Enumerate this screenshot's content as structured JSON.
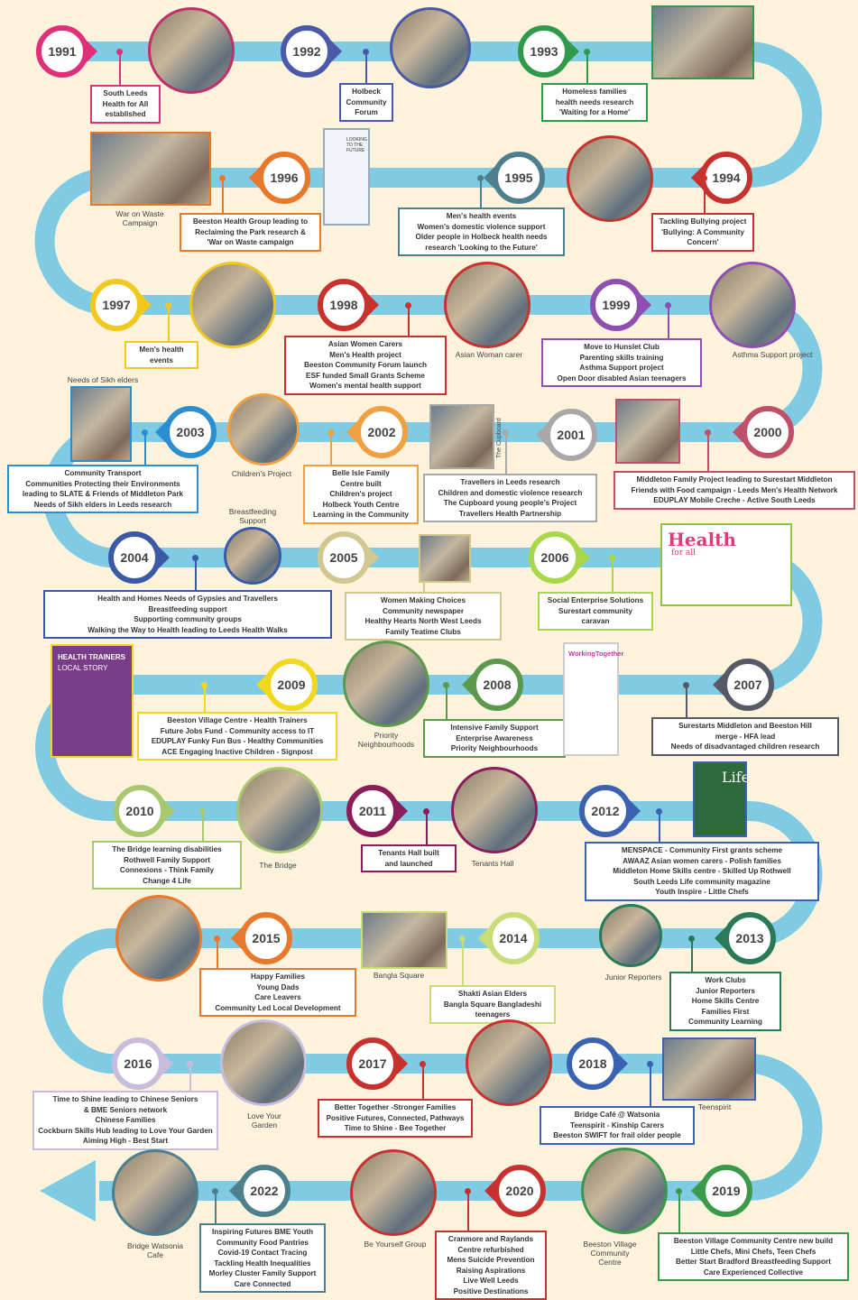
{
  "colors": {
    "road": "#7fcbe3",
    "bg": "#fdf3dc"
  },
  "years": [
    {
      "label": "1991",
      "color": "#e0307a"
    },
    {
      "label": "1992",
      "color": "#4a5aa8"
    },
    {
      "label": "1993",
      "color": "#2f9a4a"
    },
    {
      "label": "1994",
      "color": "#c8322e"
    },
    {
      "label": "1995",
      "color": "#4d7f8c"
    },
    {
      "label": "1996",
      "color": "#e8782c"
    },
    {
      "label": "1997",
      "color": "#f0c820"
    },
    {
      "label": "1998",
      "color": "#c8322e"
    },
    {
      "label": "1999",
      "color": "#8e4fb0"
    },
    {
      "label": "2000",
      "color": "#c0506a"
    },
    {
      "label": "2001",
      "color": "#a8a8a8"
    },
    {
      "label": "2002",
      "color": "#f0a040"
    },
    {
      "label": "2003",
      "color": "#2a8ed0"
    },
    {
      "label": "2004",
      "color": "#3a5aa8"
    },
    {
      "label": "2005",
      "color": "#d0c890"
    },
    {
      "label": "2006",
      "color": "#a8d84a"
    },
    {
      "label": "2007",
      "color": "#555a66"
    },
    {
      "label": "2008",
      "color": "#5a9a4a"
    },
    {
      "label": "2009",
      "color": "#f0d820"
    },
    {
      "label": "2010",
      "color": "#a8c870"
    },
    {
      "label": "2011",
      "color": "#8a1e5a"
    },
    {
      "label": "2012",
      "color": "#3a62b0"
    },
    {
      "label": "2013",
      "color": "#2a7a5a"
    },
    {
      "label": "2014",
      "color": "#c8dc78"
    },
    {
      "label": "2015",
      "color": "#e8782c"
    },
    {
      "label": "2016",
      "color": "#c8bcdc"
    },
    {
      "label": "2017",
      "color": "#c8322e"
    },
    {
      "label": "2018",
      "color": "#3a62b0"
    },
    {
      "label": "2019",
      "color": "#3a9a4a"
    },
    {
      "label": "2020",
      "color": "#c8322e"
    },
    {
      "label": "2022",
      "color": "#4d7f8c"
    }
  ],
  "boxes": [
    {
      "lines": [
        "South Leeds",
        "Health for All",
        "established"
      ]
    },
    {
      "lines": [
        "Holbeck",
        "Community",
        "Forum"
      ]
    },
    {
      "lines": [
        "Homeless families",
        "health needs research",
        "'Waiting for a Home'"
      ]
    },
    {
      "lines": [
        "Tackling Bullying project",
        "'Bullying: A Community",
        "Concern'"
      ]
    },
    {
      "lines": [
        "Men's health events",
        "Women's domestic violence support",
        "Older people in Holbeck health needs",
        "research 'Looking to the Future'"
      ]
    },
    {
      "lines": [
        "Beeston Health Group leading to",
        "Reclaiming the Park research &",
        "'War on Waste campaign"
      ]
    },
    {
      "lines": [
        "Men's health",
        "events"
      ]
    },
    {
      "lines": [
        "Asian Women Carers",
        "Men's Health project",
        "Beeston Community Forum launch",
        "ESF funded Small Grants Scheme",
        "Women's mental health support"
      ]
    },
    {
      "lines": [
        "Move to Hunslet Club",
        "Parenting skills training",
        "Asthma Support project",
        "Open Door disabled Asian teenagers"
      ]
    },
    {
      "lines": [
        "Middleton Family Project leading to Surestart Middleton",
        "Friends with Food campaign - Leeds Men's Health Network",
        "EDUPLAY Mobile Creche - Active South Leeds"
      ]
    },
    {
      "lines": [
        "Travellers in Leeds research",
        "Children and domestic violence research",
        "The Cupboard young people's Project",
        "Travellers Health Partnership"
      ]
    },
    {
      "lines": [
        "Belle Isle Family",
        "Centre built",
        "Children's project",
        "Holbeck Youth Centre",
        "Learning in the Community"
      ]
    },
    {
      "lines": [
        "Community Transport",
        "Communities Protecting their Environments",
        "leading to SLATE & Friends of Middleton Park",
        "Needs of Sikh elders in Leeds research"
      ]
    },
    {
      "lines": [
        "Health and Homes Needs of Gypsies and Travellers",
        "Breastfeeding support",
        "Supporting community groups",
        "Walking the Way to Health leading to Leeds Health Walks"
      ]
    },
    {
      "lines": [
        "Women Making Choices",
        "Community newspaper",
        "Healthy Hearts North West Leeds",
        "Family Teatime Clubs"
      ]
    },
    {
      "lines": [
        "Social Enterprise Solutions",
        "Surestart community",
        "caravan"
      ]
    },
    {
      "lines": [
        "Surestarts Middleton and Beeston Hill",
        "merge - HFA lead",
        "Needs of disadvantaged children research"
      ]
    },
    {
      "lines": [
        "Intensive Family Support",
        "Enterprise Awareness",
        "Priority Neighbourhoods"
      ]
    },
    {
      "lines": [
        "Beeston Village Centre - Health Trainers",
        "Future Jobs Fund - Community access to IT",
        "EDUPLAY Funky Fun Bus - Healthy Communities",
        "ACE Engaging Inactive Children - Signpost"
      ]
    },
    {
      "lines": [
        "The Bridge learning disabilities",
        "Rothwell Family Support",
        "Connexions - Think Family",
        "Change 4 Life"
      ]
    },
    {
      "lines": [
        "Tenants Hall built",
        "and launched"
      ]
    },
    {
      "lines": [
        "MENSPACE - Community First grants scheme",
        "AWAAZ Asian women carers - Polish families",
        "Middleton Home Skills centre - Skilled Up Rothwell",
        "South Leeds Life community magazine",
        "Youth Inspire - Little Chefs"
      ]
    },
    {
      "lines": [
        "Work Clubs",
        "Junior Reporters",
        "Home Skills Centre",
        "Families First",
        "Community Learning"
      ]
    },
    {
      "lines": [
        "Shakti Asian Elders",
        "Bangla Square Bangladeshi",
        "teenagers"
      ]
    },
    {
      "lines": [
        "Happy Families",
        "Young Dads",
        "Care Leavers",
        "Community Led Local Development"
      ]
    },
    {
      "lines": [
        "Time to Shine leading to Chinese Seniors",
        "& BME Seniors network",
        "Chinese Families",
        "Cockburn Skills Hub leading to Love Your Garden",
        "Aiming High - Best Start"
      ]
    },
    {
      "lines": [
        "Better Together -Stronger Families",
        "Positive Futures, Connected, Pathways",
        "Time to Shine - Bee Together"
      ]
    },
    {
      "lines": [
        "Bridge Café @ Watsonia",
        "Teenspirit - Kinship Carers",
        "Beeston SWIFT for frail older people"
      ]
    },
    {
      "lines": [
        "Beeston Village Community Centre new build",
        "Little Chefs, Mini Chefs, Teen Chefs",
        "Better Start Bradford Breastfeeding Support",
        "Care Experienced Collective"
      ]
    },
    {
      "lines": [
        "Cranmore and Raylands",
        "Centre refurbished",
        "Mens Suicide Prevention",
        "Raising Aspirations",
        "Live Well Leeds",
        "Positive Destinations"
      ]
    },
    {
      "lines": [
        "Inspiring Futures BME Youth",
        "Community Food Pantries",
        "Covid-19 Contact Tracing",
        "Tackling Health Inequalities",
        "Morley Cluster Family Support",
        "Care Connected"
      ]
    }
  ],
  "captions": {
    "war_on_waste": "War on Waste\nCampaign",
    "asian_woman_carer": "Asian Woman carer",
    "asthma_support": "Asthma Support project",
    "needs_sikh": "Needs of Sikh elders",
    "childrens_project": "Children's Project",
    "cupboard": "The Cupboard",
    "breastfeeding": "Breastfeeding\nSupport",
    "priority": "Priority\nNeighbourhoods",
    "the_bridge": "The Bridge",
    "tenants_hall": "Tenants Hall",
    "bangla_square": "Bangla Square",
    "junior_reporters": "Junior Reporters",
    "love_garden": "Love Your\nGarden",
    "teenspirit": "Teenspirit",
    "bridge_watsonia": "Bridge Watsonia\nCafe",
    "be_yourself": "Be Yourself Group",
    "beeston_village": "Beeston Village\nCommunity\nCentre"
  },
  "posters": {
    "health_title": "Health",
    "health_sub": "for all",
    "working_together": "WorkingTogether",
    "health_trainers_l1": "HEALTH TRAINERS",
    "health_trainers_l2": "LOCAL STORY",
    "looking_future": "LOOKING TO THE FUTURE",
    "life": "Life"
  }
}
